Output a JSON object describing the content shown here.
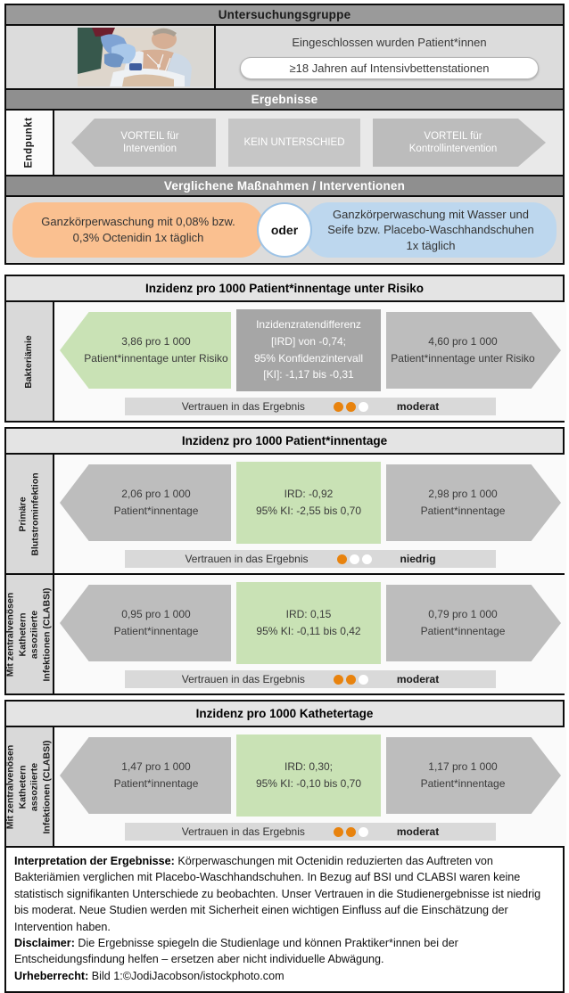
{
  "colors": {
    "top_bar_bg": "#9a9a9a",
    "mid_bar_bg": "#8f8f8f",
    "section_header_bg": "#e4e4e4",
    "outcome_label_bg": "#d9d9d9",
    "legend_arrow_gray": "#bcbcbc",
    "result_arrow_gray": "#bdbdbd",
    "effect_box_dark_gray": "#a6a6a6",
    "result_green": "#c9e2b5",
    "intervention_pill_orange": "#fac090",
    "control_pill_blue": "#bdd7ee",
    "oder_circle_border_blue": "#9dc3e6",
    "confidence_dot_orange": "#e8830e",
    "confidence_bar_bg": "#d9d9d9"
  },
  "study_group": {
    "title": "Untersuchungsgruppe",
    "photo_icon": "patient-washing-photo",
    "description": "Eingeschlossen wurden Patient*innen",
    "criteria_pill": "≥18 Jahren auf Intensivbettenstationen"
  },
  "results_legend": {
    "title": "Ergebnisse",
    "axis_label": "Endpunkt",
    "items": [
      {
        "lines": [
          "VORTEIL für",
          "Intervention"
        ]
      },
      {
        "lines": [
          "KEIN UNTERSCHIED"
        ]
      },
      {
        "lines": [
          "VORTEIL  für",
          "Kontrollintervention"
        ]
      }
    ]
  },
  "interventions": {
    "title": "Verglichene Maßnahmen / Interventionen",
    "intervention_pill": "Ganzkörperwaschung mit 0,08% bzw. 0,3% Octenidin 1x täglich",
    "connector": "oder",
    "control_pill": "Ganzkörperwaschung mit Wasser und Seife bzw. Placebo-Waschhandschuhen 1x täglich"
  },
  "sections": [
    {
      "title": "Inzidenz pro 1000 Patient*innentage unter Risiko",
      "rows": [
        {
          "outcome_lines": [
            "Bakteriämie"
          ],
          "left": {
            "value": "3,86 pro 1 000",
            "unit": "Patient*innentage unter Risiko"
          },
          "effect_lines": [
            "Inzidenzratendifferenz",
            "[IRD] von -0,74;",
            "95% Konfidenzintervall",
            "[KI]: -1,17 bis -0,31"
          ],
          "right": {
            "value": "4,60 pro 1 000",
            "unit": "Patient*innentage unter Risiko"
          },
          "confidence": {
            "label": "Vertrauen in das Ergebnis",
            "level": "moderat",
            "dots": {
              "filled": 2,
              "total": 3
            }
          }
        }
      ]
    },
    {
      "title": "Inzidenz pro 1000 Patient*innentage",
      "rows": [
        {
          "outcome_lines": [
            "Primäre",
            "Blutstrominfektion"
          ],
          "left": {
            "value": "2,06 pro 1 000",
            "unit": "Patient*innentage"
          },
          "effect_lines": [
            "IRD: -0,92",
            "95% KI: -2,55 bis 0,70"
          ],
          "right": {
            "value": "2,98 pro 1 000",
            "unit": "Patient*innentage"
          },
          "confidence": {
            "label": "Vertrauen in das Ergebnis",
            "level": "niedrig",
            "dots": {
              "filled": 1,
              "total": 3
            }
          }
        },
        {
          "outcome_lines": [
            "Mit zentralvenösen",
            "Kathetern",
            "assoziierte",
            "Infektionen (CLABSI)"
          ],
          "left": {
            "value": "0,95 pro 1 000",
            "unit": "Patient*innentage"
          },
          "effect_lines": [
            "IRD: 0,15",
            "95% KI: -0,11 bis 0,42"
          ],
          "right": {
            "value": "0,79 pro 1 000",
            "unit": "Patient*innentage"
          },
          "confidence": {
            "label": "Vertrauen in das Ergebnis",
            "level": "moderat",
            "dots": {
              "filled": 2,
              "total": 3
            }
          }
        }
      ]
    },
    {
      "title": "Inzidenz pro 1000 Kathetertage",
      "rows": [
        {
          "outcome_lines": [
            "Mit zentralvenösen",
            "Kathetern",
            "assoziierte",
            "Infektionen (CLABSI)"
          ],
          "left": {
            "value": "1,47 pro 1 000",
            "unit": "Patient*innentage"
          },
          "effect_lines": [
            "IRD: 0,30;",
            "95% KI: -0,10 bis 0,70"
          ],
          "right": {
            "value": "1,17 pro 1 000",
            "unit": "Patient*innentage"
          },
          "confidence": {
            "label": "Vertrauen in das Ergebnis",
            "level": "moderat",
            "dots": {
              "filled": 2,
              "total": 3
            }
          }
        }
      ]
    }
  ],
  "footer": {
    "interpretation_label": "Interpretation der Ergebnisse:",
    "interpretation_text": " Körperwaschungen mit Octenidin reduzierten das Auftreten von Bakteriämien verglichen mit Placebo-Waschhandschuhen. In Bezug auf BSI und CLABSI waren keine statistisch signifikanten Unterschiede zu beobachten. Unser Vertrauen in die Studienergebnisse ist niedrig bis moderat. Neue Studien werden mit Sicherheit einen wichtigen Einfluss auf die Einschätzung der Intervention haben.",
    "disclaimer_label": "Disclaimer:",
    "disclaimer_text": " Die Ergebnisse spiegeln die Studienlage und können Praktiker*innen bei der Entscheidungsfindung helfen – ersetzen aber nicht individuelle Abwägung.",
    "copyright_label": "Urheberrecht:",
    "copyright_text": " Bild 1:©JodiJacobson/istockphoto.com"
  }
}
